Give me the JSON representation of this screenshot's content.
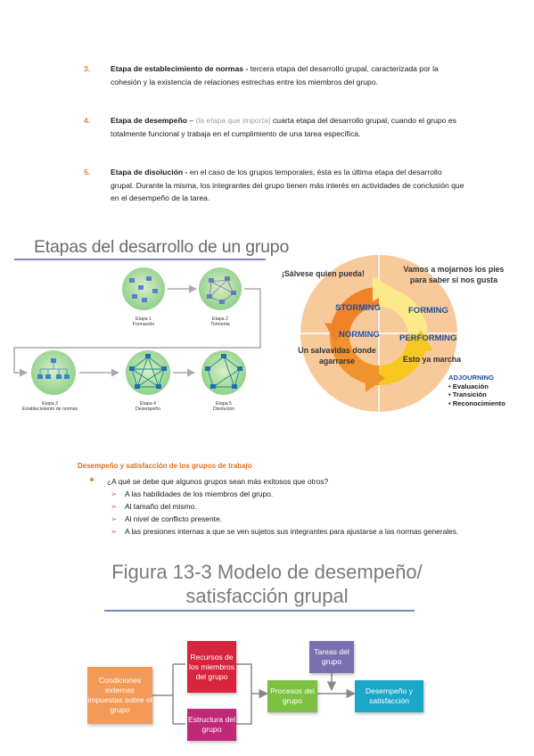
{
  "stages_list": [
    {
      "num": "3.",
      "title": "Etapa de establecimiento de normas - ",
      "aside": "",
      "text": "tercera etapa del desarrollo grupal, caracterizada por la cohesión y la existencia de relaciones estrechas entre los miembros del grupo."
    },
    {
      "num": "4.",
      "title": "Etapa de desempeño",
      "dash": " – ",
      "aside": "(la etapa que importa)",
      "text": " cuarta etapa del desarrollo grupal, cuando el grupo es totalmente funcional y trabaja en el cumplimiento de una tarea específica."
    },
    {
      "num": "5.",
      "title": "Etapa de disolución - ",
      "aside": "",
      "text": "en el caso de los grupos temporales, ésta es la última etapa del desarrollo grupal. Durante la misma, los integrantes del grupo tienen más interés en actividades de conclusión que en el desempeño de la tarea."
    }
  ],
  "stages_figure": {
    "title": "Etapas del desarrollo de un grupo",
    "stages": [
      {
        "line1": "Etapa 1",
        "line2": "Formación"
      },
      {
        "line1": "Etapa 2",
        "line2": "Tormenta"
      },
      {
        "line1": "Etapa 3",
        "line2": "Establecimiento de normas"
      },
      {
        "line1": "Etapa 4",
        "line2": "Desempeño"
      },
      {
        "line1": "Etapa 5",
        "line2": "Disolución"
      }
    ]
  },
  "cycle_figure": {
    "top_left": "¡Sálvese quien pueda!",
    "top_right_1": "Vamos a mojarnos los pies",
    "top_right_2": "para saber si nos gusta",
    "storming": "STORMING",
    "forming": "FORMING",
    "norming": "NORMING",
    "performing": "PERFORMING",
    "bottom_left_1": "Un salvavidas donde",
    "bottom_left_2": "agarrarse",
    "bottom_right": "Esto ya marcha",
    "adjourning": "ADJOURNING",
    "adjourning_items": [
      "Evaluación",
      "Transición",
      "Reconocimiento"
    ]
  },
  "performance_section": {
    "title": "Desempeño y satisfacción de los grupos de trabajo",
    "question": "¿A qué se debe que algunos grupos sean más exitosos que otros?",
    "answers": [
      "A las habilidades de los miembros del grupo.",
      "Al tamaño del mismo.",
      "Al nivel de conflicto presente.",
      "A las presiones internas a que se ven sujetos sus integrantes para ajustarse a las normas generales."
    ]
  },
  "model_figure": {
    "title_line1": "Figura 13-3 Modelo de desempeño/",
    "title_line2": "satisfacción grupal",
    "boxes": {
      "external": "Condiciones externas impuestas sobre el grupo",
      "resources": "Recursos de los miembros del grupo",
      "structure": "Estructura del grupo",
      "processes": "Procesos del grupo",
      "tasks": "Tareas del grupo",
      "performance": "Desempeño y satisfacción"
    },
    "colors": {
      "external": "#f39a58",
      "resources": "#d9243d",
      "structure": "#c0297a",
      "processes": "#7cc142",
      "tasks": "#7b6fb0",
      "performance": "#1aa7c9"
    }
  }
}
